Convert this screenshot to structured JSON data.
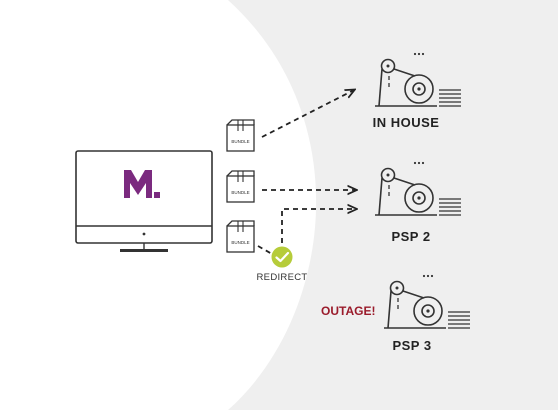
{
  "brand": {
    "logo_letter": "M",
    "logo_color": "#7b2a7f"
  },
  "bundles": [
    {
      "label": "BUNDLE"
    },
    {
      "label": "BUNDLE"
    },
    {
      "label": "BUNDLE"
    }
  ],
  "redirect": {
    "label": "REDIRECT",
    "color": "#b6cc3a"
  },
  "printers": [
    {
      "label": "IN HOUSE",
      "status": ""
    },
    {
      "label": "PSP 2",
      "status": ""
    },
    {
      "label": "PSP 3",
      "status": "OUTAGE!"
    }
  ],
  "colors": {
    "background_right": "#efefef",
    "ink": "#333333",
    "outage": "#9a1b2b"
  }
}
